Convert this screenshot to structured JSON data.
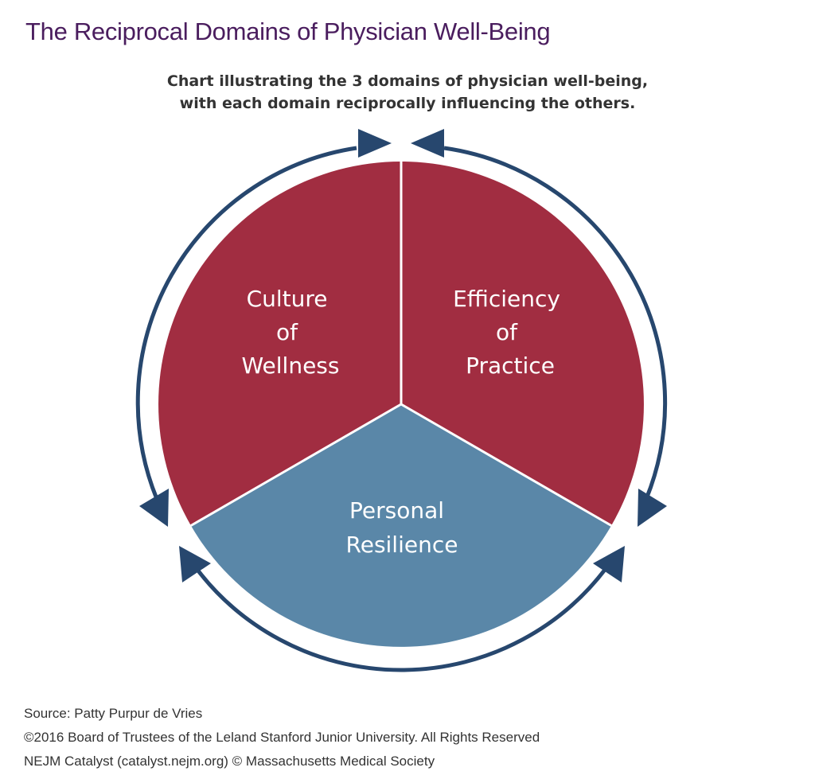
{
  "header": {
    "title": "The Reciprocal Domains of Physician Well-Being",
    "subtitle_line1": "Chart illustrating the 3 domains of physician well-being,",
    "subtitle_line2": "with each domain reciprocally influencing the others."
  },
  "diagram": {
    "domains": [
      {
        "lines": [
          "Culture",
          "of",
          "Wellness"
        ],
        "color": "#a12d41"
      },
      {
        "lines": [
          "Efficiency",
          "of",
          "Practice"
        ],
        "color": "#a12d41"
      },
      {
        "lines": [
          "Personal",
          "Resilience"
        ],
        "color": "#5a87a8"
      }
    ],
    "arrow_color": "#27476e",
    "divider_color": "#ffffff"
  },
  "footer": {
    "source": "Source: Patty Purpur de Vries",
    "copyright": "©2016 Board of Trustees of the Leland Stanford Junior University. All Rights Reserved",
    "publisher": "NEJM Catalyst (catalyst.nejm.org) © Massachusetts Medical Society"
  }
}
